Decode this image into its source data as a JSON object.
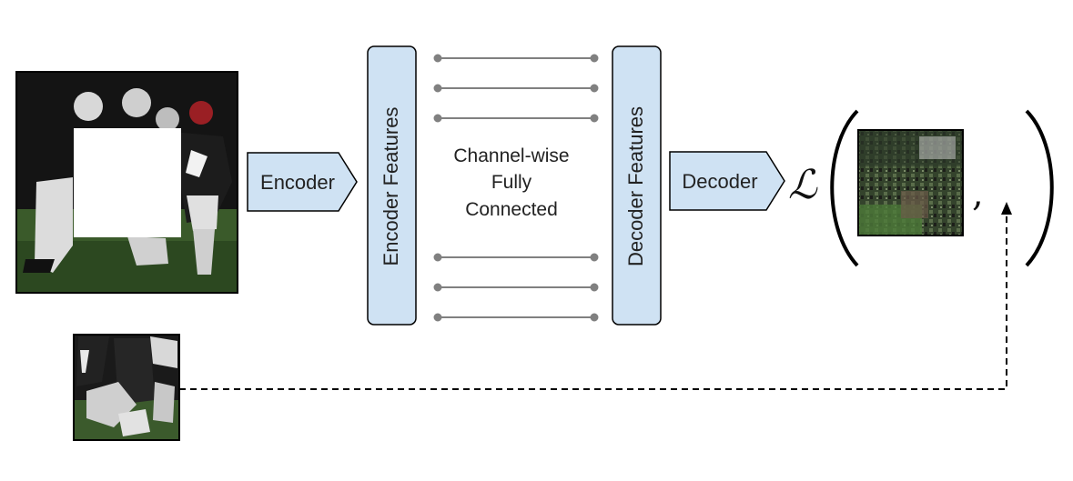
{
  "labels": {
    "encoder": "Encoder",
    "encoder_features": "Encoder Features",
    "channel_line1": "Channel-wise",
    "channel_line2": "Fully",
    "channel_line3": "Connected",
    "decoder_features": "Decoder Features",
    "decoder": "Decoder",
    "loss_symbol": "ℒ",
    "comma": ","
  },
  "images": {
    "input": "masked football photo (center region blanked)",
    "ground_truth": "football photo crop (missing region)",
    "prediction": "reconstructed blurry patch"
  },
  "colors": {
    "block_fill": "#cfe2f3",
    "stroke": "#000000",
    "connector": "#808080"
  },
  "icons": {
    "encoder_arrow": "pentagon-arrow",
    "decoder_arrow": "pentagon-arrow",
    "dashed_arrow": "dashed-up-arrow"
  }
}
